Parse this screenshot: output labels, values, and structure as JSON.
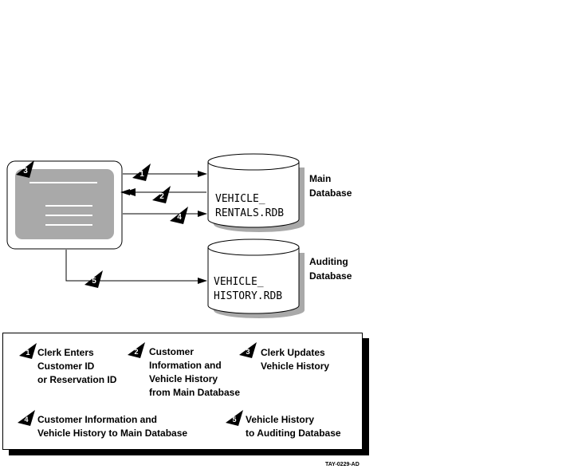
{
  "databases": {
    "main": {
      "file_line1": "VEHICLE_",
      "file_line2": "RENTALS.RDB",
      "label_line1": "Main",
      "label_line2": "Database"
    },
    "auditing": {
      "file_line1": "VEHICLE_",
      "file_line2": "HISTORY.RDB",
      "label_line1": "Auditing",
      "label_line2": "Database"
    }
  },
  "steps": {
    "s1": {
      "num": "1",
      "lines": [
        "Clerk Enters",
        "Customer ID",
        "or Reservation ID"
      ]
    },
    "s2": {
      "num": "2",
      "lines": [
        "Customer",
        "Information and",
        "Vehicle History",
        "from Main Database"
      ]
    },
    "s3": {
      "num": "3",
      "lines": [
        "Clerk Updates",
        "Vehicle History"
      ]
    },
    "s4": {
      "num": "4",
      "lines": [
        "Customer Information and",
        "Vehicle History to Main Database"
      ]
    },
    "s5": {
      "num": "5",
      "lines": [
        "Vehicle History",
        "to Auditing Database"
      ]
    }
  },
  "figure_id": "TAY-0229-AD"
}
